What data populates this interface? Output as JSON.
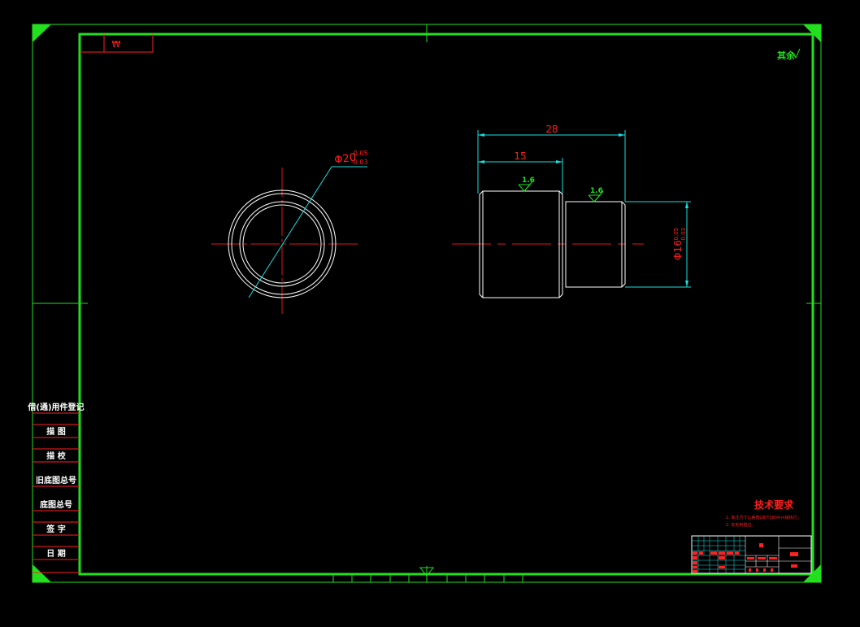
{
  "colors": {
    "background": "#000000",
    "frame": "#22e01e",
    "text_red": "#ff2020",
    "dim_cyan": "#18e0e0",
    "part_white": "#ffffff",
    "center_red": "#e01818"
  },
  "corner_tag": "₩",
  "surface_finish_note": "其余",
  "finish_mark": "1.6",
  "dimensions": {
    "diameter_left": "Φ20",
    "tol_left_upper": "-0.05",
    "tol_left_lower": "-0.03",
    "length_total": "28",
    "length_step": "15",
    "diameter_right": "Φ16",
    "tol_right_upper": "-0.05",
    "tol_right_lower": "-0.03"
  },
  "side_table": {
    "items": [
      "借(通)用件登记",
      "描 图",
      "描 校",
      "旧底图总号",
      "底图总号",
      "签 字",
      "日 期"
    ]
  },
  "tech_requirements": {
    "title": "技术要求",
    "line1": "1. 未注尺寸公差按GB/T1804-m级执行。",
    "line2": "2. 去毛刺锐边。"
  }
}
